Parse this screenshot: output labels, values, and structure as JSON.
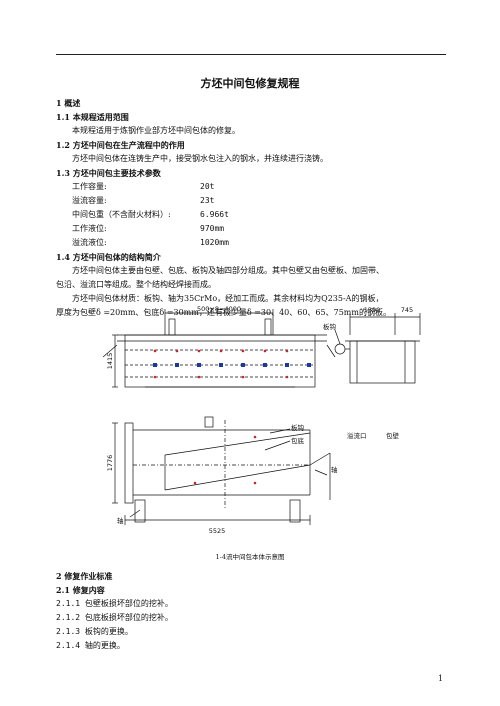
{
  "title": "方坯中间包修复规程",
  "s1": {
    "heading": "1    概述",
    "s11": {
      "heading": "1.1 本规程适用范围",
      "body": "本规程适用于炼钢作业部方坯中间包体的修复。"
    },
    "s12": {
      "heading": "1.2 方坯中间包在生产流程中的作用",
      "body": "方坯中间包体在连铸生产中，接受钢水包注入的钢水，并连续进行浇铸。"
    },
    "s13": {
      "heading": "1.3 方坯中间包主要技术参数",
      "params": [
        {
          "label": "工作容量:",
          "value": "20t"
        },
        {
          "label": "溢流容量:",
          "value": "23t"
        },
        {
          "label": "中间包重（不含耐火材料）:",
          "value": "6.966t"
        },
        {
          "label": "工作液位:",
          "value": "970mm"
        },
        {
          "label": "溢流液位:",
          "value": "1020mm"
        }
      ]
    },
    "s14": {
      "heading": "1.4 方坯中间包体的结构简介",
      "p1_line1": "方坯中间包体主要由包壁、包底、板钩及轴四部分组成。其中包壁又由包壁板、加固带、",
      "p1_line2": "包沿、溢流口等组成。整个结构经焊接而成。",
      "p2_line1": "方坯中间包体材质：板钩、轴为35CrMo，经加工而成。其余材料均为Q235-A的钢板，",
      "p2_line2": "厚度为包壁δ =20mm、包底δ =30mm，还有极少量δ =30、40、60、65、75mm的钢板。"
    }
  },
  "figure": {
    "dims": {
      "top_span": "500×8=4000",
      "right_1": "1390",
      "right_2": "745",
      "height_top": "1415",
      "height_bottom": "1776",
      "length": "5525"
    },
    "labels": {
      "bangou_right": "板钩",
      "bangou_mid": "板钩",
      "baodi": "包底",
      "yiliukou": "溢流口",
      "baobi": "包壁",
      "zhou_right": "轴",
      "zhou_left": "轴"
    },
    "caption": "1-4流中间包本体示意图"
  },
  "s2": {
    "heading": "2    修复作业标准",
    "s21": {
      "heading": "2.1 修复内容",
      "items": [
        "2.1.1 包壁板损坏部位的挖补。",
        "2.1.2 包底板损坏部位的挖补。",
        "2.1.3 板钩的更换。",
        "2.1.4 轴的更换。"
      ]
    }
  },
  "page_number": "1"
}
